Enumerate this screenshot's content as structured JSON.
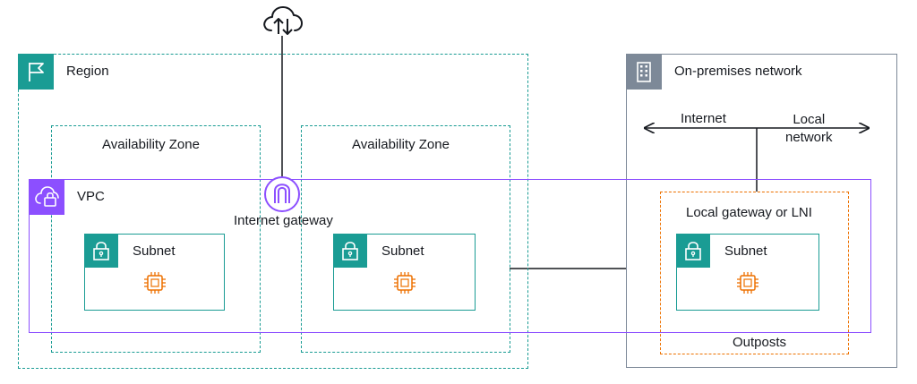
{
  "region": {
    "label": "Region"
  },
  "availability_zones": [
    {
      "label": "Availability Zone"
    },
    {
      "label": "Availability Zone"
    }
  ],
  "vpc": {
    "label": "VPC"
  },
  "internet_gateway": {
    "label": "Internet gateway"
  },
  "subnets": [
    {
      "label": "Subnet"
    },
    {
      "label": "Subnet"
    },
    {
      "label": "Subnet"
    }
  ],
  "on_premises": {
    "label": "On-premises network",
    "internet_label": "Internet",
    "local_network_label": "Local\nnetwork"
  },
  "local_gateway": {
    "label": "Local gateway or LNI"
  },
  "outposts": {
    "label": "Outposts"
  },
  "colors": {
    "region_teal": "#1a9c94",
    "vpc_purple": "#8c4fff",
    "outposts_orange": "#ed7100",
    "onprem_gray": "#7d8998"
  },
  "icons": {
    "cloud": "cloud-upload-download-icon",
    "region": "flag-icon",
    "vpc": "cloud-lock-icon",
    "gateway": "internet-gateway-icon",
    "subnet": "lock-icon",
    "instance": "chip-icon",
    "building": "building-icon"
  }
}
